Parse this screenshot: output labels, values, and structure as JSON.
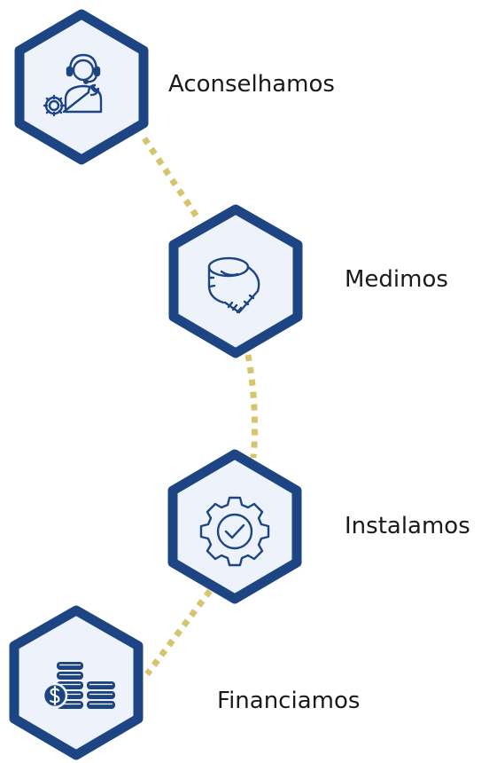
{
  "colors": {
    "hex_border": "#1d4583",
    "hex_fill": "#eef3fb",
    "connector": "#d6c46f",
    "icon_stroke": "#1d4583"
  },
  "steps": [
    {
      "label": "Aconselhamos",
      "icon": "support-agent-gear-wrench-icon"
    },
    {
      "label": "Medimos",
      "icon": "measuring-tape-icon"
    },
    {
      "label": "Instalamos",
      "icon": "gear-check-icon"
    },
    {
      "label": "Financiamos",
      "icon": "coins-dollar-icon"
    }
  ]
}
